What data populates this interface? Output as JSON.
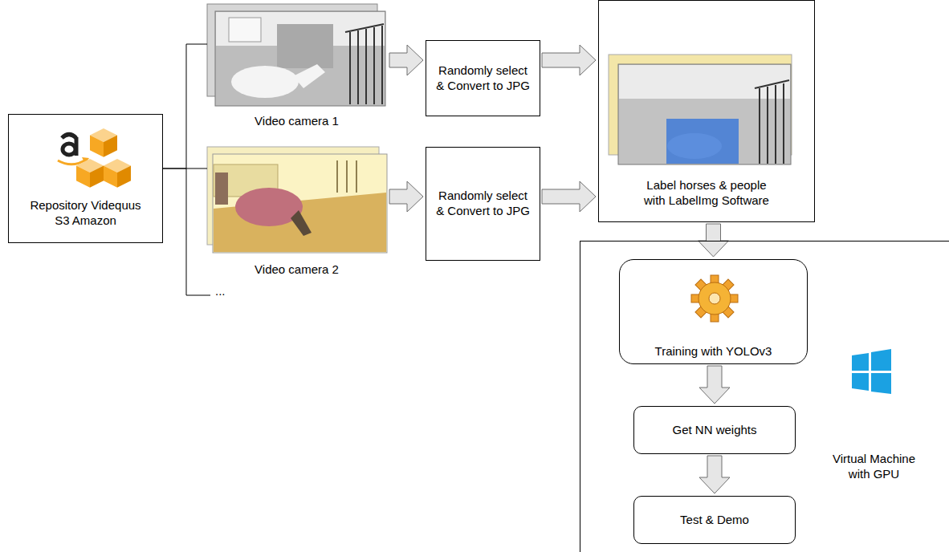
{
  "diagram": {
    "nodes": [
      {
        "text": [
          "Repository Videquus S3 Amazon"
        ]
      },
      {
        "text": [
          "Video camera 1"
        ]
      },
      {
        "text": [
          "Randomly select & Convert to JPG"
        ]
      },
      {
        "text": [
          "Label horses & people with LabelImg Software"
        ]
      },
      {
        "text": [
          "Video camera 2"
        ]
      },
      {
        "text": [
          "Randomly select & Convert to JPG"
        ]
      },
      {
        "text": [
          "Virtual Machine with GPU"
        ]
      },
      {
        "text": [
          "Training with YOLOv3"
        ],
        "in": 6
      },
      {
        "text": [
          "Get NN weights"
        ],
        "in": 6
      },
      {
        "text": [
          "Test & Demo"
        ],
        "in": 6
      }
    ],
    "edges": [
      {
        "from": 0,
        "to": 1,
        "arrow": "none"
      },
      {
        "from": 0,
        "to": 4,
        "arrow": "none"
      },
      {
        "from": 1,
        "to": 2,
        "arrow": "to"
      },
      {
        "from": 2,
        "to": 3,
        "arrow": "to"
      },
      {
        "from": 4,
        "to": 5,
        "arrow": "to"
      },
      {
        "from": 5,
        "to": 3,
        "arrow": "to"
      },
      {
        "from": 3,
        "to": 7,
        "arrow": "to"
      },
      {
        "from": 7,
        "to": 8,
        "arrow": "to"
      },
      {
        "from": 8,
        "to": 9,
        "arrow": "to"
      }
    ],
    "labels": [
      "..."
    ]
  }
}
